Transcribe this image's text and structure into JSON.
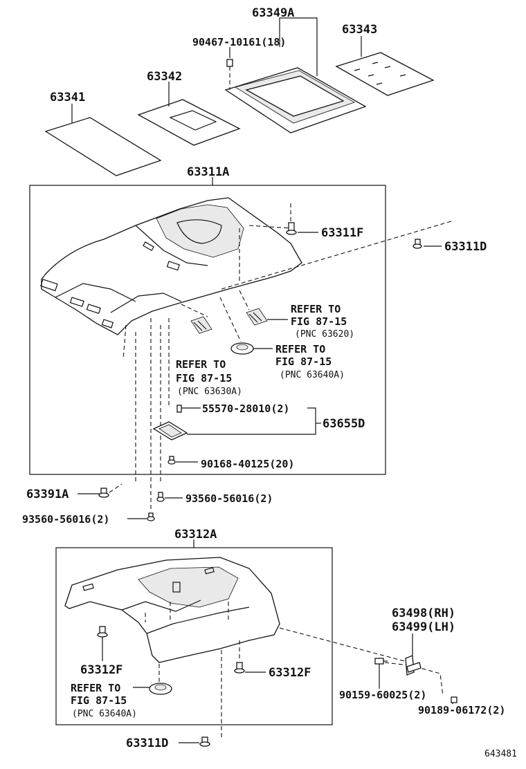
{
  "labels": {
    "p63349A": "63349A",
    "p90467": "90467-10161(18)",
    "p63343": "63343",
    "p63342": "63342",
    "p63341": "63341",
    "p63311A": "63311A",
    "p63311F": "63311F",
    "p63311D_top": "63311D",
    "refer_a_1": "REFER TO",
    "refer_a_2": "FIG 87-15",
    "refer_a_3": "(PNC 63620)",
    "refer_b_1": "REFER TO",
    "refer_b_2": "FIG 87-15",
    "refer_b_3": "(PNC 63640A)",
    "refer_c_1": "REFER TO",
    "refer_c_2": "FIG 87-15",
    "refer_c_3": "(PNC 63630A)",
    "p55570": "55570-28010(2)",
    "p63655D": "63655D",
    "p90168": "90168-40125(20)",
    "p63391A": "63391A",
    "p93560_right": "93560-56016(2)",
    "p93560_left": "93560-56016(2)",
    "p63312A": "63312A",
    "p63498": "63498(RH)",
    "p63499": "63499(LH)",
    "p63312F_left": "63312F",
    "p63312F_right": "63312F",
    "refer_d_1": "REFER TO",
    "refer_d_2": "FIG 87-15",
    "refer_d_3": "(PNC 63640A)",
    "p90159": "90159-60025(2)",
    "p90189": "90189-06172(2)",
    "p63311D_bottom": "63311D",
    "fig_id": "643481"
  }
}
